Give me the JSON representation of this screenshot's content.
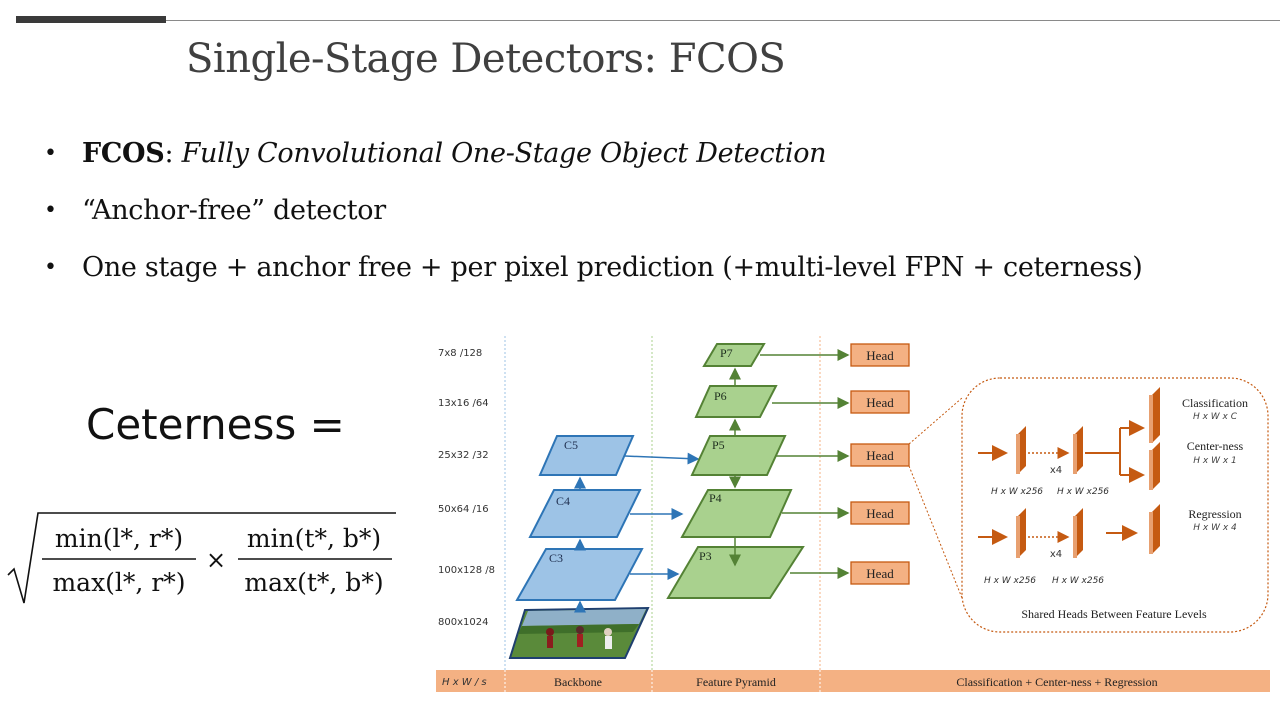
{
  "title": "Single-Stage Detectors: FCOS",
  "bullets": [
    {
      "bold": "FCOS",
      "sep": ": ",
      "italic": "Fully Convolutional One-Stage Object Detection",
      "text": ""
    },
    {
      "bold": "",
      "sep": "",
      "italic": "",
      "text": "“Anchor-free” detector"
    },
    {
      "bold": "",
      "sep": "",
      "italic": "",
      "text": "One stage + anchor free + per pixel prediction (+multi-level FPN + ceterness)"
    }
  ],
  "ceterness_label": "Ceterness =",
  "formula": {
    "num1": "min(l*, r*)",
    "den1": "max(l*, r*)",
    "times": "×",
    "num2": "min(t*, b*)",
    "den2": "max(t*, b*)"
  },
  "diagram": {
    "scales": [
      "7x8  /128",
      "13x16  /64",
      "25x32  /32",
      "50x64  /16",
      "100x128  /8",
      "800x1024"
    ],
    "backbone": [
      "C5",
      "C4",
      "C3"
    ],
    "pyramid": [
      "P7",
      "P6",
      "P5",
      "P4",
      "P3"
    ],
    "head_label": "Head",
    "head_detail": {
      "dims_a": [
        "H x W x256",
        "H x W x256",
        "H x W x256",
        "H x W x256"
      ],
      "repeat": "x4",
      "outputs": [
        {
          "name": "Classification",
          "dim": "H x W x C"
        },
        {
          "name": "Center-ness",
          "dim": "H x W x 1"
        },
        {
          "name": "Regression",
          "dim": "H x W x 4"
        }
      ],
      "caption": "Shared Heads Between Feature Levels"
    },
    "footer": {
      "hw": "H x W  / s",
      "backbone": "Backbone",
      "pyramid": "Feature Pyramid",
      "heads": "Classification + Center-ness + Regression"
    }
  },
  "colors": {
    "blue_fill": "#9dc3e6",
    "blue_stroke": "#2e75b6",
    "green_fill": "#a9d18e",
    "green_stroke": "#548235",
    "orange_fill": "#f4b183",
    "orange_stroke": "#c55a11",
    "footer_fill": "#f4b183"
  }
}
